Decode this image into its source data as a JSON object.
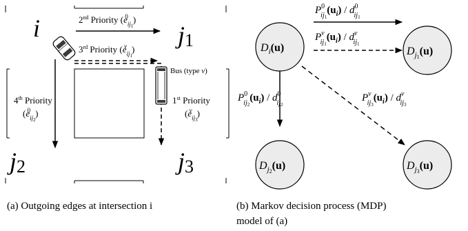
{
  "panel_a": {
    "nodes": {
      "i": "i",
      "j1": {
        "base": "j",
        "sub": "1"
      },
      "j2": {
        "base": "j",
        "sub": "2"
      },
      "j3": {
        "base": "j",
        "sub": "3"
      }
    },
    "labels": {
      "p2": {
        "num": "2",
        "sup": "nd",
        "text": " Priority (",
        "sym": "e",
        "ssup": "0",
        "ssub": "ij",
        "ssub2": "1",
        "close": ")"
      },
      "p3": {
        "num": "3",
        "sup": "rd",
        "text": " Priority (",
        "sym": "e",
        "ssup": "v",
        "ssub": "ij",
        "ssub2": "1",
        "close": ")"
      },
      "p4": {
        "num": "4",
        "sup": "th",
        "text": " Priority",
        "open": "(",
        "sym": "e",
        "ssup": "0",
        "ssub": "ij",
        "ssub2": "2",
        "close": ")"
      },
      "p1": {
        "num": "1",
        "sup": "st",
        "text": " Priority",
        "open": "(",
        "sym": "e",
        "ssup": "v",
        "ssub": "ij",
        "ssub2": "3",
        "close": ")"
      },
      "bus": {
        "text": "Bus (type ",
        "v": "v",
        "close": ")"
      }
    },
    "caption": "(a) Outgoing edges at intersection i"
  },
  "panel_b": {
    "nodes": {
      "di": {
        "base": "D",
        "sub": "i",
        "arg": "(u)"
      },
      "dj1": {
        "base": "D",
        "sub": "j",
        "subsub": "1",
        "arg": "(u)"
      },
      "dj2": {
        "base": "D",
        "sub": "j",
        "subsub": "2",
        "arg": "(u)"
      },
      "dj3": {
        "base": "D",
        "sub": "j",
        "subsub": "3",
        "arg": "(u)"
      }
    },
    "edges": {
      "e1": {
        "P": "P",
        "sup": "0",
        "sub": "ij",
        "subsub": "1",
        "arg": "(u",
        "argsub": "i",
        "argclose": ")",
        "slash": " / ",
        "d": "d",
        "dsup": "0",
        "dsub": "ij",
        "dsubsub": "1"
      },
      "e2": {
        "P": "P",
        "sup": "v",
        "sub": "ij",
        "subsub": "1",
        "arg": "(u",
        "argsub": "i",
        "argclose": ")",
        "slash": " / ",
        "d": "d",
        "dsup": "v",
        "dsub": "ij",
        "dsubsub": "1"
      },
      "e3": {
        "P": "P",
        "sup": "0",
        "sub": "ij",
        "subsub": "2",
        "arg": "(u",
        "argsub": "i",
        "argclose": ")",
        "slash": " / ",
        "d": "d",
        "dsup": "0",
        "dsub": "ij",
        "dsubsub": "2"
      },
      "e4": {
        "P": "P",
        "sup": "v",
        "sub": "ij",
        "subsub": "3",
        "arg": "(u",
        "argsub": "i",
        "argclose": ")",
        "slash": " / ",
        "d": "d",
        "dsup": "v",
        "dsub": "ij",
        "dsubsub": "3"
      }
    },
    "caption_line1": "(b) Markov decision process (MDP)",
    "caption_line2": "model of (a)"
  },
  "colors": {
    "ink": "#000000",
    "node_fill": "#ececec",
    "background": "#ffffff"
  }
}
